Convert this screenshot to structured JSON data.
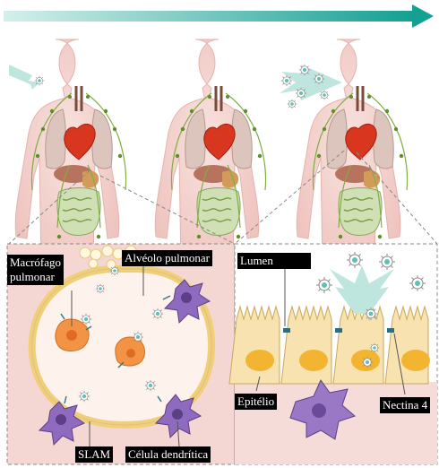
{
  "labels": {
    "macrofago": "Macrófago\npulmonar",
    "alveolo": "Alvéolo pulmonar",
    "lumen": "Lumen",
    "epitelio": "Epitélio",
    "nectina": "Nectina 4",
    "slam": "SLAM",
    "celula_dendritica": "Célula dendrítica"
  },
  "colors": {
    "arrow": "#1aa59a",
    "body_pink": "#f2ccc8",
    "lung": "#d9c7be",
    "heart": "#d8361f",
    "lymph": "#7fae42",
    "virus_teal": "#5fc0b5",
    "macrophage": "#f2893a",
    "dendritic": "#7c5aa8",
    "epithelial": "#f6dfa8",
    "nucleus": "#f2b431",
    "tissue": "#f3dad6"
  }
}
